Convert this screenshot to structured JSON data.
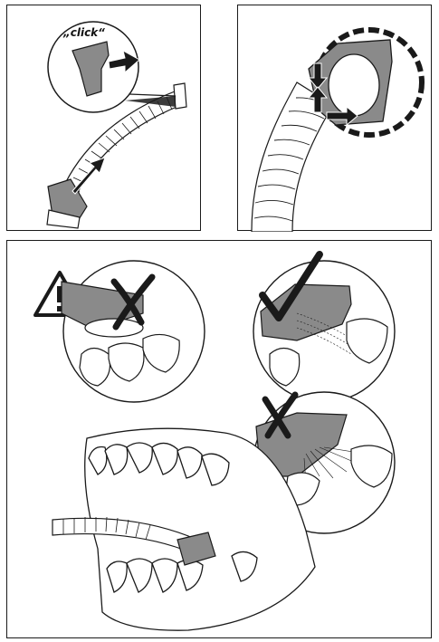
{
  "panels": [
    {
      "id": "panel-attach-mouthpiece",
      "label": "„click“"
    },
    {
      "id": "panel-mouthpiece-detail"
    },
    {
      "id": "panel-placement"
    }
  ],
  "colors": {
    "outline": "#1a1a1a",
    "gray": "#8a8a8a",
    "lightgray": "#c8c8c8",
    "darkgray": "#555555"
  },
  "icons": [
    "warning-icon",
    "check-mark-icon",
    "x-mark-icon",
    "arrow-icon"
  ]
}
